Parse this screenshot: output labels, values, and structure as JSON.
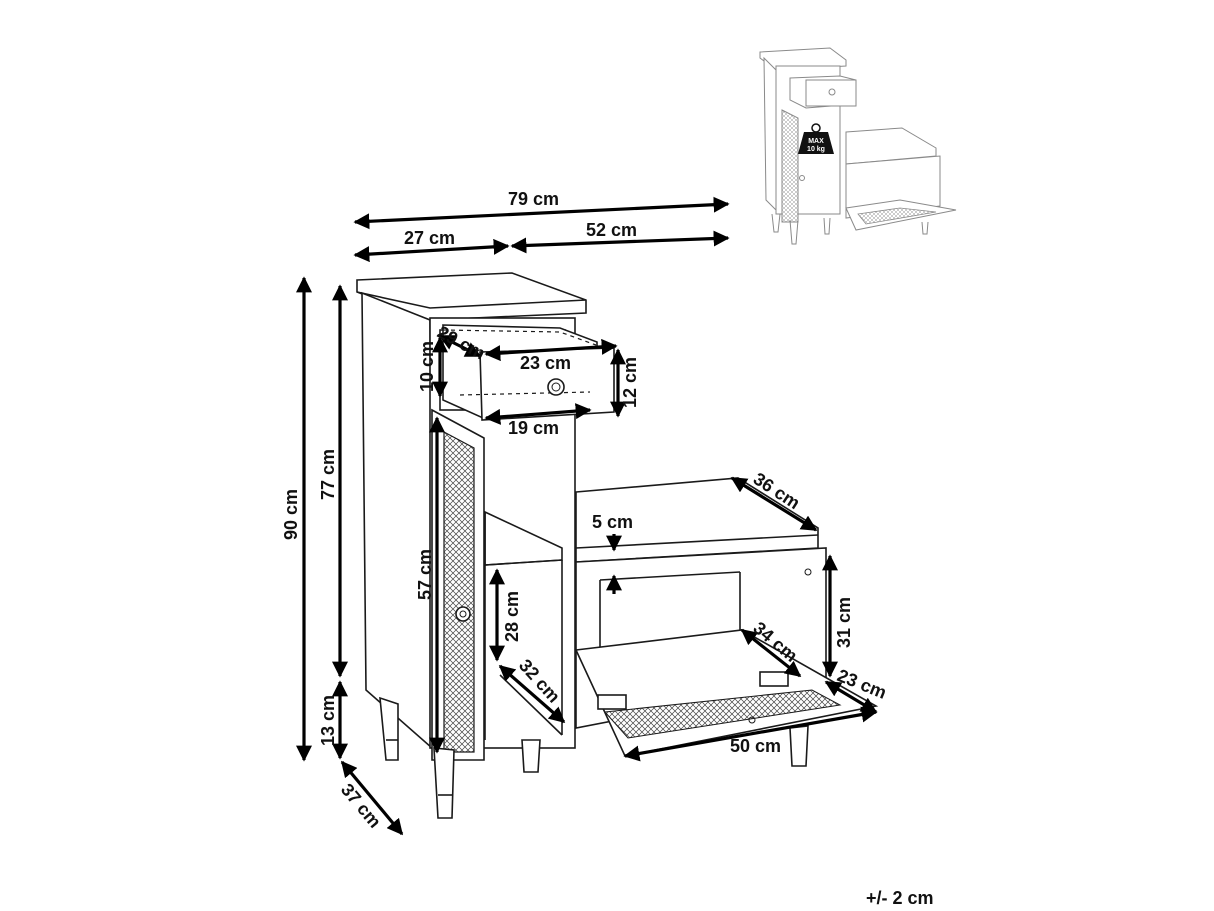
{
  "dimensions": {
    "total_width": "79 cm",
    "left_width": "27 cm",
    "right_width": "52 cm",
    "total_height": "90 cm",
    "body_height": "77 cm",
    "leg_height": "13 cm",
    "depth": "37 cm",
    "drawer_depth": "29 cm",
    "drawer_inner_width": "23 cm",
    "drawer_outer_height": "12 cm",
    "drawer_inner_height": "10 cm",
    "drawer_bottom_width": "19 cm",
    "door_height": "57 cm",
    "shelf_height": "28 cm",
    "shelf_depth": "32 cm",
    "cushion_depth": "36 cm",
    "cushion_thickness": "5 cm",
    "compartment_height": "31 cm",
    "compartment_depth": "34 cm",
    "flap_depth": "23 cm",
    "flap_width": "50 cm"
  },
  "load_label": {
    "line1": "MAX",
    "line2": "10 kg"
  },
  "tolerance": "+/- 2 cm"
}
